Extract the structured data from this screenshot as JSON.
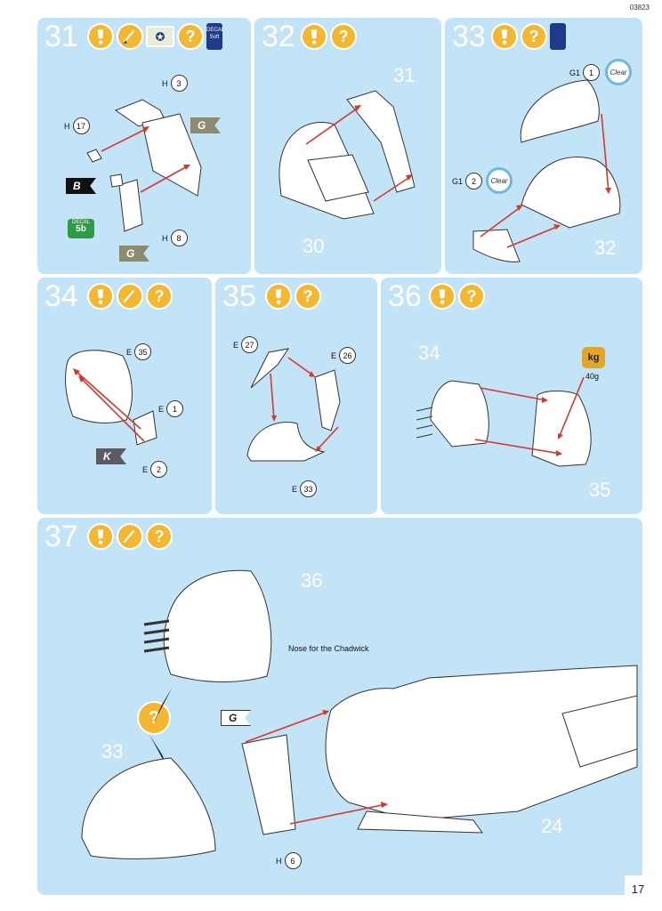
{
  "document": {
    "number": "03823",
    "page": "17"
  },
  "steps": [
    {
      "number": "31",
      "icons": [
        "glue-icon",
        "brush-icon",
        "decal-sheet-icon",
        "question-icon",
        "paint-tin-icon"
      ],
      "paint_label": "DECAL Soft",
      "callouts": [
        {
          "code": "H",
          "num": "3"
        },
        {
          "code": "H",
          "num": "17"
        },
        {
          "code": "H",
          "num": "8"
        }
      ],
      "flags": [
        "G",
        "B",
        "G"
      ],
      "decal": {
        "top": "DECAL",
        "num": "5b"
      }
    },
    {
      "number": "32",
      "icons": [
        "glue-icon",
        "question-icon"
      ],
      "parts": [
        "31",
        "30"
      ]
    },
    {
      "number": "33",
      "icons": [
        "glue-icon",
        "question-icon",
        "paint-tin-icon"
      ],
      "callouts": [
        {
          "code": "G1",
          "num": "1"
        },
        {
          "code": "G1",
          "num": "2"
        }
      ],
      "clear_label": "Clear",
      "parts": [
        "32"
      ]
    },
    {
      "number": "34",
      "icons": [
        "glue-icon",
        "brush-icon",
        "question-icon"
      ],
      "callouts": [
        {
          "code": "E",
          "num": "35"
        },
        {
          "code": "E",
          "num": "1"
        },
        {
          "code": "E",
          "num": "2"
        }
      ],
      "flags": [
        "K"
      ]
    },
    {
      "number": "35",
      "icons": [
        "glue-icon",
        "question-icon"
      ],
      "callouts": [
        {
          "code": "E",
          "num": "27"
        },
        {
          "code": "E",
          "num": "26"
        },
        {
          "code": "E",
          "num": "33"
        }
      ]
    },
    {
      "number": "36",
      "icons": [
        "glue-icon",
        "question-icon"
      ],
      "parts": [
        "34",
        "35"
      ],
      "weight": {
        "unit": "kg",
        "value": "40g"
      }
    },
    {
      "number": "37",
      "icons": [
        "glue-icon",
        "brush-icon",
        "question-icon"
      ],
      "parts": [
        "36",
        "33",
        "24"
      ],
      "note": "Nose for the Chadwick",
      "flags": [
        "G"
      ],
      "callouts": [
        {
          "code": "H",
          "num": "6"
        }
      ],
      "question": "?"
    }
  ],
  "colors": {
    "panel": "#c3e3f7",
    "accent": "#f4b731",
    "arrow": "#d9372b"
  }
}
